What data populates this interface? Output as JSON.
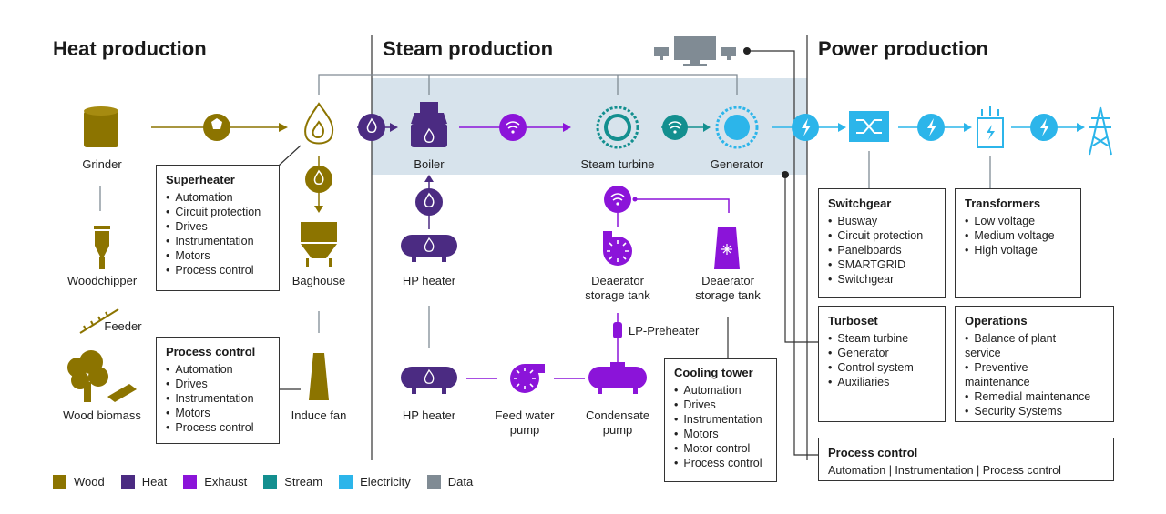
{
  "sections": {
    "heat": "Heat production",
    "steam": "Steam production",
    "power": "Power production"
  },
  "nodes": {
    "grinder": "Grinder",
    "woodchipper": "Woodchipper",
    "feeder": "Feeder",
    "wood_biomass": "Wood biomass",
    "baghouse": "Baghouse",
    "induce_fan": "Induce fan",
    "boiler": "Boiler",
    "steam_turbine": "Steam turbine",
    "generator": "Generator",
    "hp_heater_1": "HP heater",
    "hp_heater_2": "HP heater",
    "feed_water_pump": "Feed water\npump",
    "condensate_pump": "Condensate\npump",
    "deaerator_1": "Deaerator\nstorage tank",
    "deaerator_2": "Deaerator\nstorage tank",
    "lp_preheater": "LP-Preheater"
  },
  "boxes": {
    "superheater": {
      "title": "Superheater",
      "items": [
        "Automation",
        "Circuit protection",
        "Drives",
        "Instrumentation",
        "Motors",
        "Process control"
      ]
    },
    "process_control_heat": {
      "title": "Process control",
      "items": [
        "Automation",
        "Drives",
        "Instrumentation",
        "Motors",
        "Process control"
      ]
    },
    "cooling_tower": {
      "title": "Cooling tower",
      "items": [
        "Automation",
        "Drives",
        "Instrumentation",
        "Motors",
        "Motor control",
        "Process control"
      ]
    },
    "switchgear": {
      "title": "Switchgear",
      "items": [
        "Busway",
        "Circuit protection",
        "Panelboards",
        "SMARTGRID",
        "Switchgear"
      ]
    },
    "transformers": {
      "title": "Transformers",
      "items": [
        "Low voltage",
        "Medium voltage",
        "High voltage"
      ]
    },
    "turboset": {
      "title": "Turboset",
      "items": [
        "Steam turbine",
        "Generator",
        "Control system",
        "Auxiliaries"
      ]
    },
    "operations": {
      "title": "Operations",
      "items": [
        "Balance of plant service",
        "Preventive maintenance",
        "Remedial maintenance",
        "Security Systems"
      ]
    },
    "process_control_power": {
      "title": "Process control",
      "text": "Automation | Instrumentation | Process control"
    }
  },
  "legend": [
    {
      "label": "Wood",
      "color": "#8c7400"
    },
    {
      "label": "Heat",
      "color": "#4b2b82"
    },
    {
      "label": "Exhaust",
      "color": "#8b14d9"
    },
    {
      "label": "Stream",
      "color": "#138f8f"
    },
    {
      "label": "Electricity",
      "color": "#2cb5ea"
    },
    {
      "label": "Data",
      "color": "#808b94"
    }
  ],
  "colors": {
    "wood": "#8c7400",
    "heat": "#4b2b82",
    "exhaust": "#8b14d9",
    "stream": "#138f8f",
    "electricity": "#2cb5ea",
    "data": "#808b94",
    "band": "#d7e3ec"
  }
}
